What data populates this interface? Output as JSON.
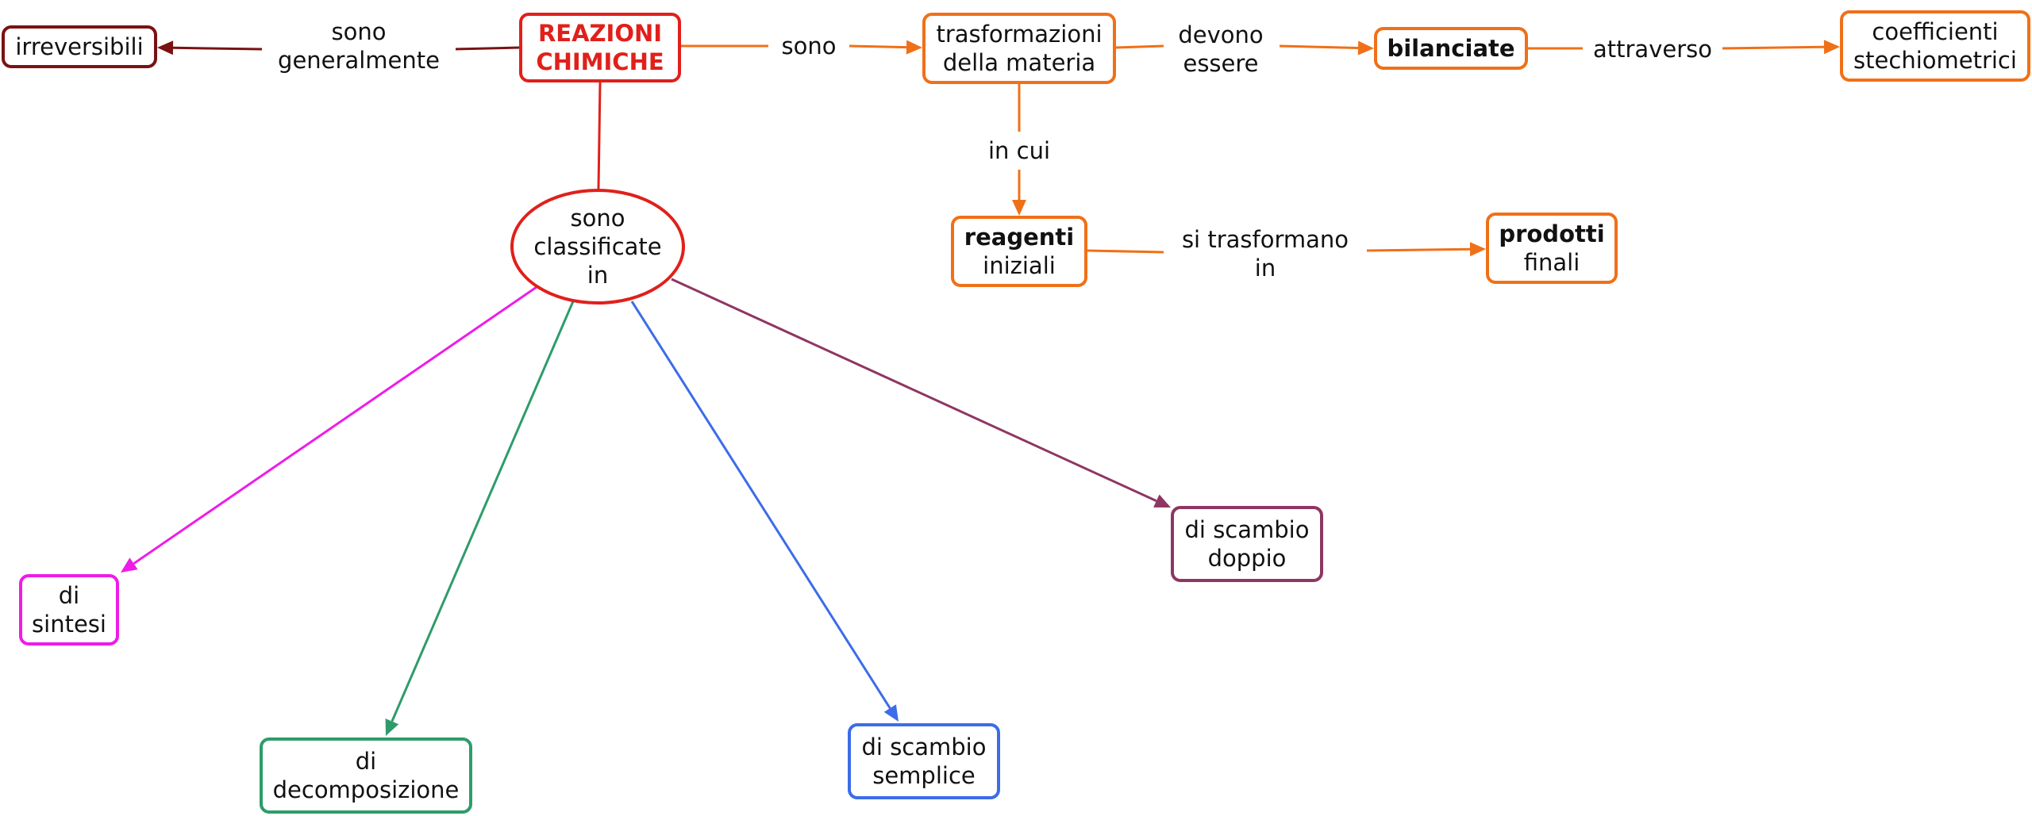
{
  "colors": {
    "red": "#e0201b",
    "dark_red": "#7a1212",
    "orange": "#f07018",
    "magenta": "#ee1ce8",
    "green": "#2e9c6a",
    "blue": "#3c6ce8",
    "plum": "#8e3662"
  },
  "nodes": {
    "root": [
      "REAZIONI",
      "CHIMICHE"
    ],
    "irreversibili": "irreversibili",
    "trasformazioni": [
      "trasformazioni",
      "della materia"
    ],
    "bilanciate": "bilanciate",
    "coefficienti": [
      "coefficienti",
      "stechiometrici"
    ],
    "reagenti": [
      "reagenti",
      "iniziali"
    ],
    "prodotti": [
      "prodotti",
      "finali"
    ],
    "classificate": [
      "sono",
      "classificate",
      "in"
    ],
    "sintesi": [
      "di",
      "sintesi"
    ],
    "decomposizione": [
      "di",
      "decomposizione"
    ],
    "scambio_semplice": [
      "di scambio",
      "semplice"
    ],
    "scambio_doppio": [
      "di scambio",
      "doppio"
    ]
  },
  "links": {
    "sono_generalmente": [
      "sono",
      "generalmente"
    ],
    "sono": "sono",
    "devono_essere": [
      "devono",
      "essere"
    ],
    "attraverso": "attraverso",
    "in_cui": "in cui",
    "si_trasformano_in": [
      "si trasformano",
      "in"
    ]
  }
}
